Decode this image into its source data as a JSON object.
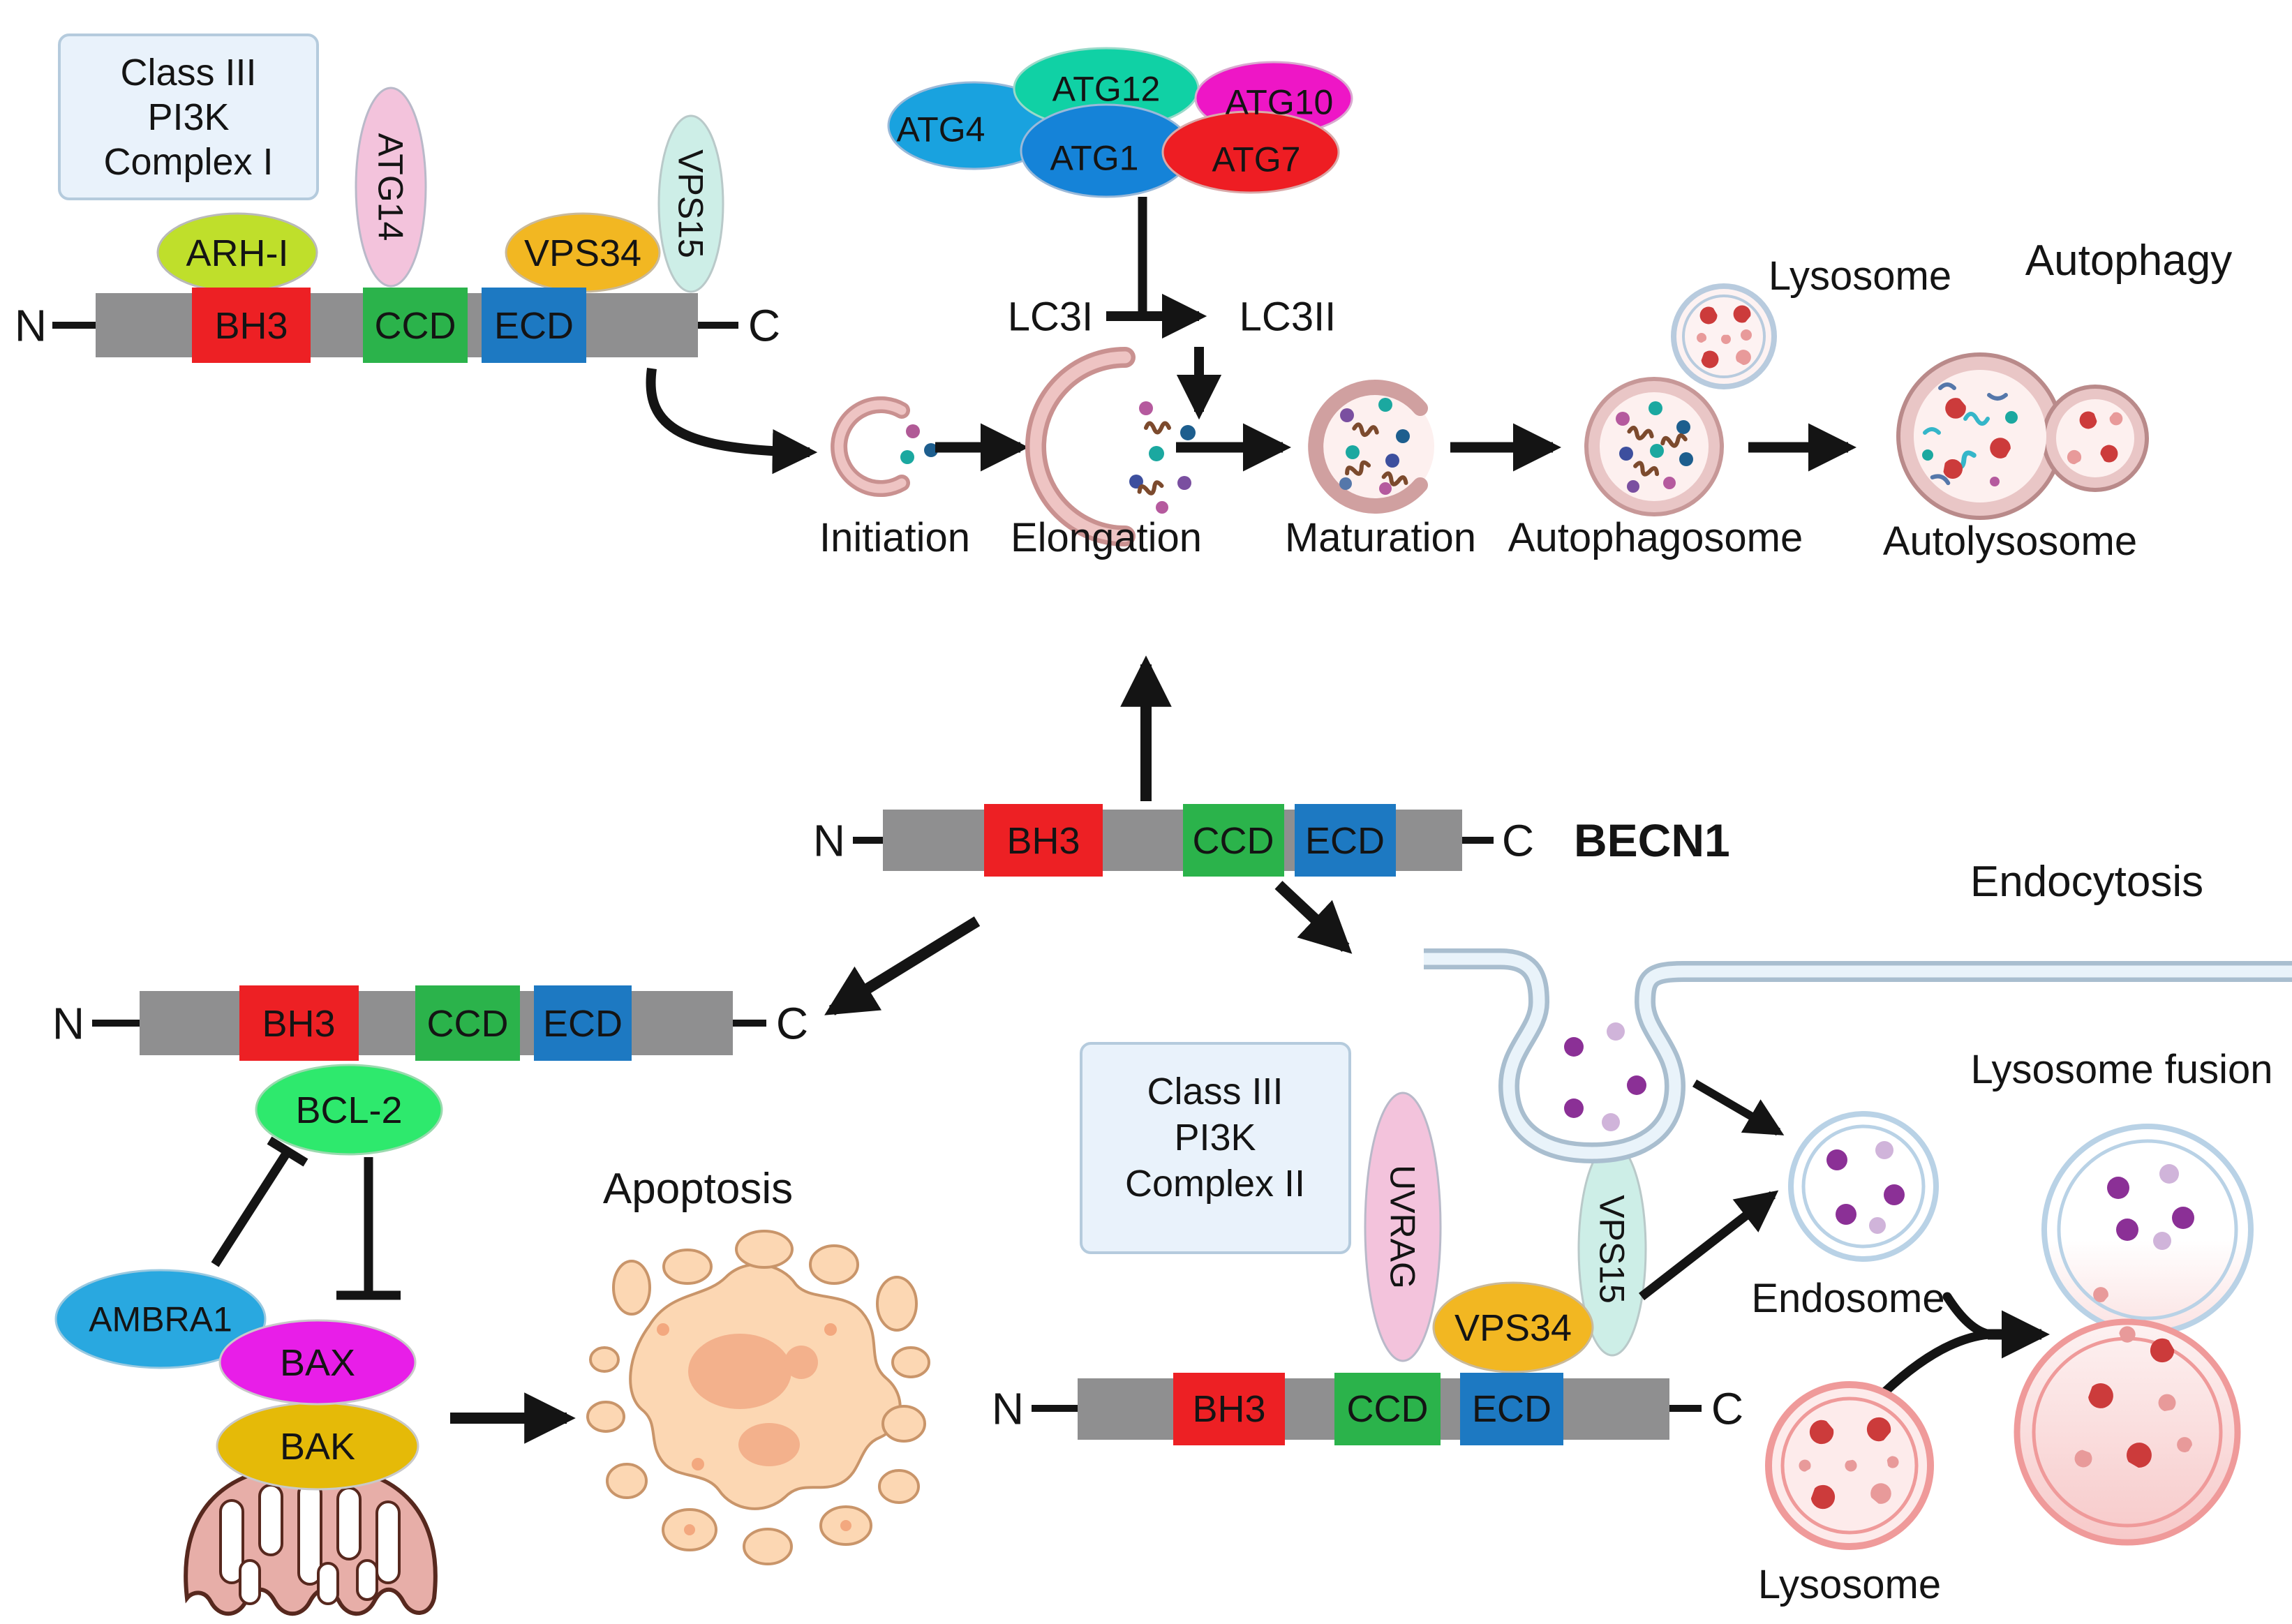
{
  "palette": {
    "bar_gray": "#8f8f90",
    "bh3_red": "#ed2024",
    "ccd_green": "#2bb34b",
    "ecd_blue": "#1d79c2",
    "arhi_green": "#bfdf2b",
    "pink_oval": "#f3c3dc",
    "gold_oval": "#f2b722",
    "teal_oval": "#cdeee7",
    "atg4_blue": "#19a2df",
    "atg12_teal": "#10d1a5",
    "atg10_magenta": "#ee16c6",
    "atg1_blue": "#1583d8",
    "atg7_red": "#ee1d23",
    "bcl2_green": "#2ee96d",
    "ambra1_blue": "#29a8e0",
    "bax_magenta": "#e81ee8",
    "bak_gold": "#e5ba08",
    "box_fill": "#e9f2fb"
  },
  "complex1": {
    "box": [
      "Class III",
      "PI3K",
      "Complex I"
    ],
    "arhi": "ARH-I",
    "atg14": "ATG14",
    "vps34": "VPS34",
    "vps15": "VPS15"
  },
  "complex2": {
    "box": [
      "Class III",
      "PI3K",
      "Complex II"
    ],
    "uvrag": "UVRAG",
    "vps34": "VPS34",
    "vps15": "VPS15"
  },
  "bar": {
    "n": "N",
    "c": "C",
    "bh3": "BH3",
    "ccd": "CCD",
    "ecd": "ECD",
    "becn1": "BECN1"
  },
  "atg": {
    "atg4": "ATG4",
    "atg12": "ATG12",
    "atg10": "ATG10",
    "atg1": "ATG1",
    "atg7": "ATG7"
  },
  "lc3": {
    "i": "LC3I",
    "ii": "LC3II"
  },
  "autophagy": {
    "title": "Autophagy",
    "lysosome": "Lysosome",
    "stages": [
      "Initiation",
      "Elongation",
      "Maturation",
      "Autophagosome",
      "Autolysosome"
    ]
  },
  "apoptosis": {
    "title": "Apoptosis",
    "bcl2": "BCL-2",
    "ambra1": "AMBRA1",
    "bax": "BAX",
    "bak": "BAK"
  },
  "endocytosis": {
    "title": "Endocytosis",
    "endosome": "Endosome",
    "lysosome": "Lysosome",
    "fusion": "Lysosome fusion"
  }
}
